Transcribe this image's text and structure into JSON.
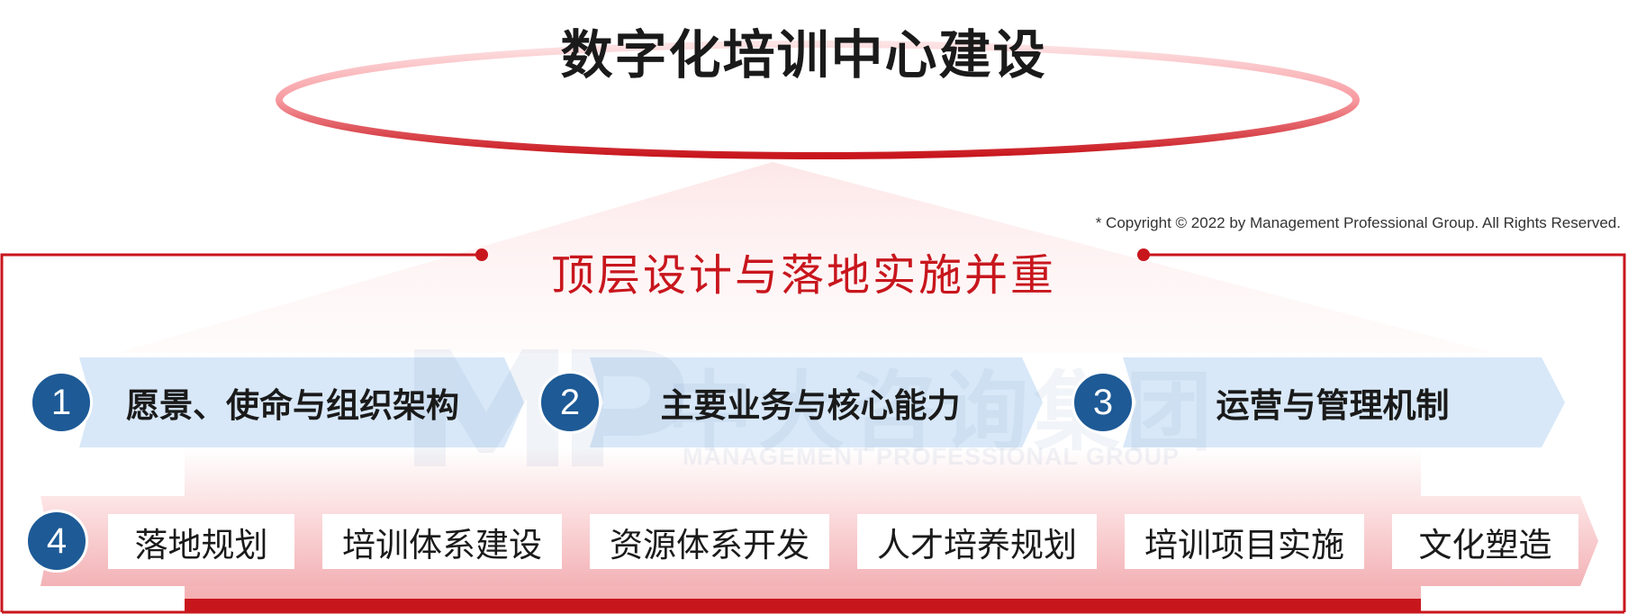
{
  "title": "数字化培训中心建设",
  "copyright": "* Copyright © 2022 by Management Professional Group. All Rights Reserved.",
  "subtitle": "顶层设计与落地实施并重",
  "watermark": {
    "chinese": "中大咨询集团",
    "english": "MANAGEMENT PROFESSIONAL GROUP"
  },
  "pillars": [
    {
      "number": "1",
      "label": "愿景、使命与组织架构"
    },
    {
      "number": "2",
      "label": "主要业务与核心能力"
    },
    {
      "number": "3",
      "label": "运营与管理机制"
    }
  ],
  "implementation": {
    "number": "4",
    "items": [
      "落地规划",
      "培训体系建设",
      "资源体系开发",
      "人才培养规划",
      "培训项目实施",
      "文化塑造"
    ]
  },
  "colors": {
    "accent_red": "#c8161d",
    "circle_blue": "#1d5a96",
    "arrow_blue": "#d8e8f8",
    "band_pink": "#f6c0c3"
  }
}
